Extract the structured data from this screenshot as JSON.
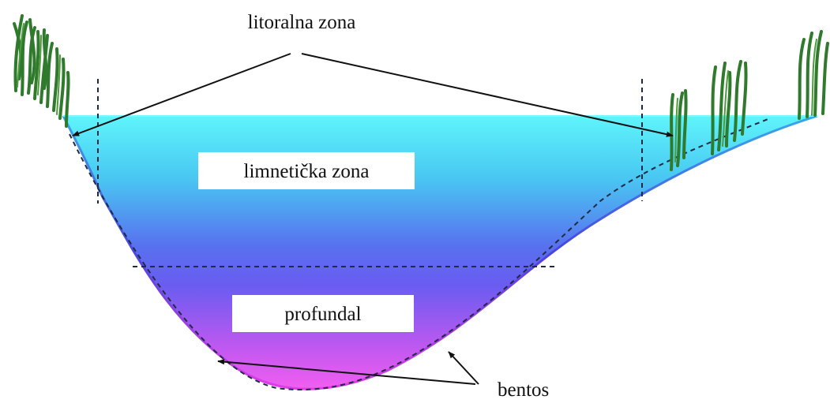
{
  "labels": {
    "littoral": "litoralna zona",
    "limnetic": "limnetička zona",
    "profundal": "profundal",
    "benthos": "bentos"
  },
  "colors": {
    "water_surface": "#5ff3fb",
    "water_mid": "#5a63ee",
    "water_bottom": "#ee55ee",
    "plants": "#2f7a2c",
    "lines": "#1f2a44",
    "label_box": "#ffffff"
  }
}
